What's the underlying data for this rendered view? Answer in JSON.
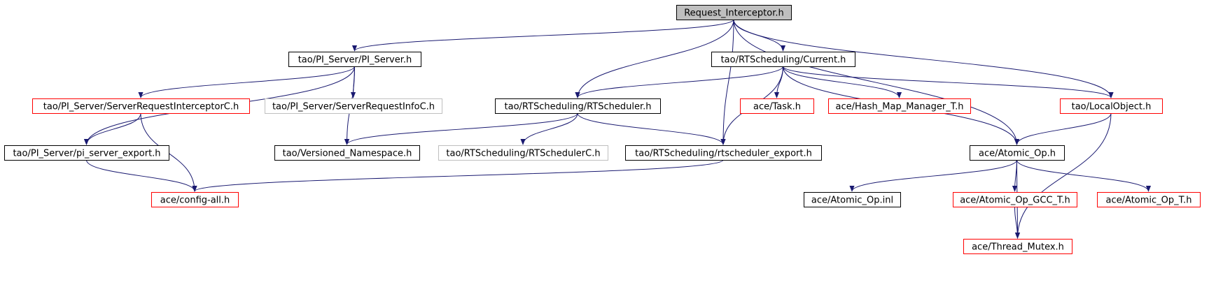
{
  "colors": {
    "edge": "#191970",
    "border_default": "#000000",
    "border_truncated": "#ff0000",
    "border_undocumented": "#bfbfbf",
    "root_fill": "#bfbfbf",
    "text": "#000000"
  },
  "nodes": [
    {
      "id": "root",
      "label": "Request_Interceptor.h",
      "kind": "root"
    },
    {
      "id": "pi_server",
      "label": "tao/PI_Server/PI_Server.h",
      "kind": "default"
    },
    {
      "id": "current",
      "label": "tao/RTScheduling/Current.h",
      "kind": "default"
    },
    {
      "id": "sric",
      "label": "tao/PI_Server/ServerRequestInterceptorC.h",
      "kind": "truncated"
    },
    {
      "id": "sriinfo",
      "label": "tao/PI_Server/ServerRequestInfoC.h",
      "kind": "undocumented"
    },
    {
      "id": "rtscheduler",
      "label": "tao/RTScheduling/RTScheduler.h",
      "kind": "default"
    },
    {
      "id": "task",
      "label": "ace/Task.h",
      "kind": "truncated"
    },
    {
      "id": "hashmap",
      "label": "ace/Hash_Map_Manager_T.h",
      "kind": "truncated"
    },
    {
      "id": "localobject",
      "label": "tao/LocalObject.h",
      "kind": "truncated"
    },
    {
      "id": "pi_export",
      "label": "tao/PI_Server/pi_server_export.h",
      "kind": "default"
    },
    {
      "id": "versioned",
      "label": "tao/Versioned_Namespace.h",
      "kind": "default"
    },
    {
      "id": "rtschedulerc",
      "label": "tao/RTScheduling/RTSchedulerC.h",
      "kind": "undocumented"
    },
    {
      "id": "rts_export",
      "label": "tao/RTScheduling/rtscheduler_export.h",
      "kind": "default"
    },
    {
      "id": "atomic_op",
      "label": "ace/Atomic_Op.h",
      "kind": "default"
    },
    {
      "id": "config_all",
      "label": "ace/config-all.h",
      "kind": "truncated"
    },
    {
      "id": "atomic_inl",
      "label": "ace/Atomic_Op.inl",
      "kind": "default"
    },
    {
      "id": "atomic_gcc",
      "label": "ace/Atomic_Op_GCC_T.h",
      "kind": "truncated"
    },
    {
      "id": "atomic_t",
      "label": "ace/Atomic_Op_T.h",
      "kind": "truncated"
    },
    {
      "id": "thread_mutex",
      "label": "ace/Thread_Mutex.h",
      "kind": "truncated"
    }
  ],
  "edges": [
    [
      "root",
      "pi_server"
    ],
    [
      "root",
      "current"
    ],
    [
      "root",
      "rtscheduler"
    ],
    [
      "root",
      "rts_export"
    ],
    [
      "root",
      "atomic_op"
    ],
    [
      "root",
      "localobject"
    ],
    [
      "pi_server",
      "sric"
    ],
    [
      "pi_server",
      "sriinfo"
    ],
    [
      "pi_server",
      "pi_export"
    ],
    [
      "pi_server",
      "versioned"
    ],
    [
      "current",
      "rtscheduler"
    ],
    [
      "current",
      "task"
    ],
    [
      "current",
      "hashmap"
    ],
    [
      "current",
      "localobject"
    ],
    [
      "current",
      "rts_export"
    ],
    [
      "current",
      "atomic_op"
    ],
    [
      "sric",
      "pi_export"
    ],
    [
      "sric",
      "config_all"
    ],
    [
      "rtscheduler",
      "versioned"
    ],
    [
      "rtscheduler",
      "rtschedulerc"
    ],
    [
      "rtscheduler",
      "rts_export"
    ],
    [
      "localobject",
      "atomic_op"
    ],
    [
      "localobject",
      "thread_mutex"
    ],
    [
      "pi_export",
      "config_all"
    ],
    [
      "rts_export",
      "config_all"
    ],
    [
      "atomic_op",
      "atomic_inl"
    ],
    [
      "atomic_op",
      "atomic_gcc"
    ],
    [
      "atomic_op",
      "atomic_t"
    ],
    [
      "atomic_op",
      "thread_mutex"
    ],
    [
      "atomic_gcc",
      "thread_mutex"
    ]
  ]
}
